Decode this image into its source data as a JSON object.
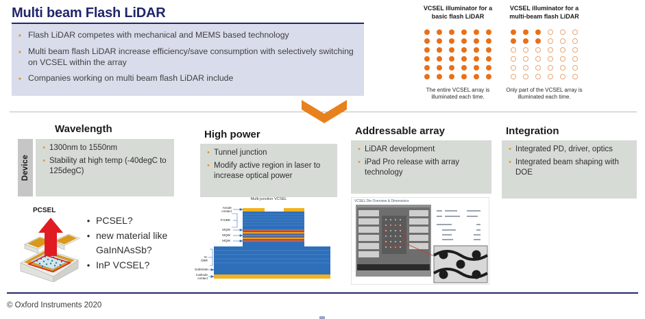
{
  "slide": {
    "title": "Multi beam Flash LiDAR",
    "accent_navy": "#20256b",
    "accent_orange": "#e8701a",
    "panel_blue": "#d9dcea",
    "box_gray": "#d7dbd6"
  },
  "intro": {
    "bullet_glyph": "•",
    "items": [
      "Flash LiDAR competes with mechanical and MEMS based technology",
      "Multi beam flash LiDAR increase efficiency/save consumption with selectively switching on VCSEL within the array",
      "Companies working on multi beam flash LiDAR include"
    ]
  },
  "vcsel_figures": [
    {
      "caption_top": "VCSEL illuminator for a basic flash LiDAR",
      "caption_bottom": "The entire VCSEL array is illuminated each time.",
      "rows": 6,
      "cols": 6,
      "lit": [
        [
          1,
          1,
          1,
          1,
          1,
          1
        ],
        [
          1,
          1,
          1,
          1,
          1,
          1
        ],
        [
          1,
          1,
          1,
          1,
          1,
          1
        ],
        [
          1,
          1,
          1,
          1,
          1,
          1
        ],
        [
          1,
          1,
          1,
          1,
          1,
          1
        ],
        [
          1,
          1,
          1,
          1,
          1,
          1
        ]
      ]
    },
    {
      "caption_top": "VCSEL illuminator for a multi-beam flash LiDAR",
      "caption_bottom": "Only part of the VCSEL array is illuminated each time.",
      "rows": 6,
      "cols": 6,
      "lit": [
        [
          1,
          1,
          1,
          0,
          0,
          0
        ],
        [
          1,
          1,
          1,
          0,
          0,
          0
        ],
        [
          0,
          0,
          0,
          0,
          0,
          0
        ],
        [
          0,
          0,
          0,
          0,
          0,
          0
        ],
        [
          0,
          0,
          0,
          0,
          0,
          0
        ],
        [
          0,
          0,
          0,
          0,
          0,
          0
        ]
      ]
    }
  ],
  "device_rail": {
    "label": "Device"
  },
  "columns": [
    {
      "heading": "Wavelength",
      "items": [
        "1300nm to 1550nm",
        "Stability at high temp (-40degC to 125degC)"
      ]
    },
    {
      "heading": "High power",
      "items": [
        "Tunnel junction",
        "Modify active region in laser to increase optical power"
      ]
    },
    {
      "heading": "Addressable array",
      "items": [
        "LiDAR development",
        "iPad Pro release with array technology"
      ]
    },
    {
      "heading": "Integration",
      "items": [
        "Integrated PD, driver, optics",
        "Integrated beam shaping with DOE"
      ]
    }
  ],
  "pcsel": {
    "label": "PCSEL",
    "bullet_glyph": "•",
    "items": [
      "PCSEL?",
      "new material like GaInNAsSb?",
      "InP VCSEL?"
    ]
  },
  "vcsel_diagram": {
    "title": "Multi-junction VCSEL",
    "labels": {
      "anode": "Anode contact",
      "pdbr": "P-DBR",
      "mqw1": "MQW",
      "mqw2": "MQW",
      "mqw3": "MQW",
      "ndbr": "N-DBR",
      "substrate": "Substrate",
      "cathode": "Cathode contact"
    }
  },
  "array_figure": {
    "title": "VCSEL Die Overview & Dimensions"
  },
  "footer": {
    "copyright": "© Oxford Instruments 2020"
  }
}
